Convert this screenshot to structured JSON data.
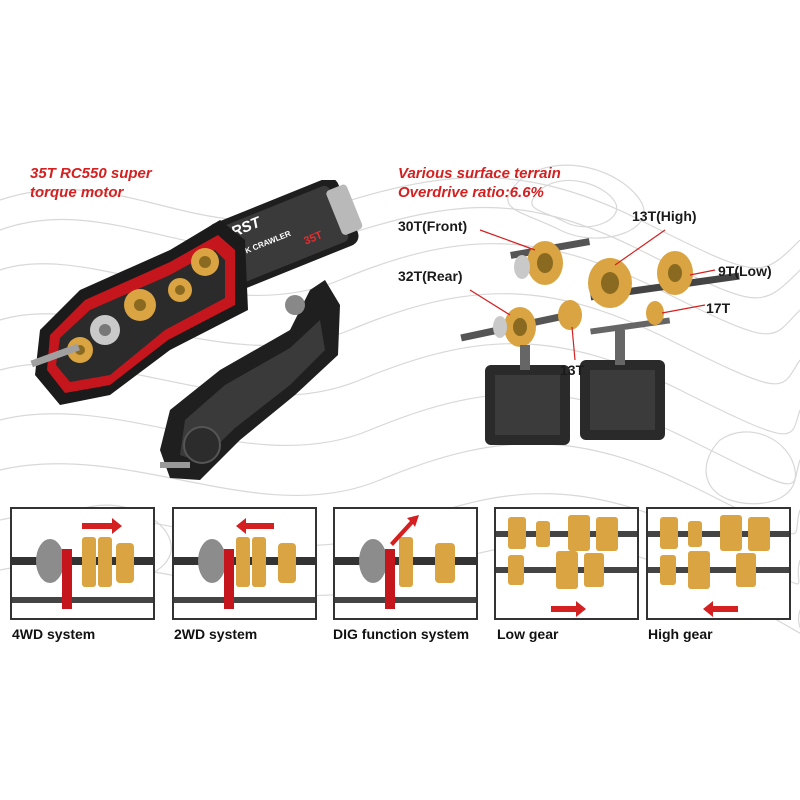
{
  "callouts": {
    "motor": [
      "35T RC550 super",
      "torque motor"
    ],
    "terrain": [
      "Various surface terrain",
      "Overdrive ratio:6.6%"
    ]
  },
  "motor_label": {
    "brand": "RST",
    "model": "ROCK CRAWLER",
    "turns": "35T"
  },
  "gear_labels": {
    "front": "30T(Front)",
    "rear": "32T(Rear)",
    "high": "13T(High)",
    "low": "9T(Low)",
    "t17": "17T",
    "t13": "13T"
  },
  "panels": [
    {
      "caption": "4WD system"
    },
    {
      "caption": "2WD system"
    },
    {
      "caption": "DIG function system"
    },
    {
      "caption": "Low gear"
    },
    {
      "caption": "High gear"
    }
  ],
  "colors": {
    "accent_red": "#d42020",
    "gear_gold": "#d9a441",
    "housing_black": "#2a2a2a",
    "contour_gray": "#d8d8d8"
  }
}
